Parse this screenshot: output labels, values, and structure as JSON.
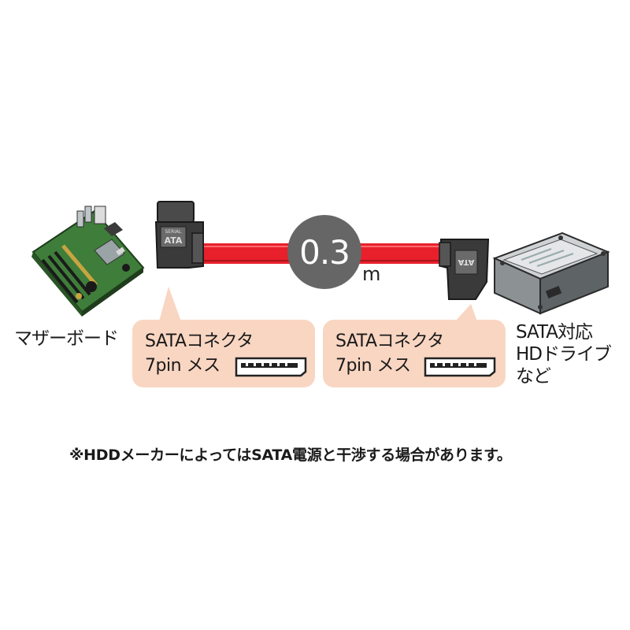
{
  "colors": {
    "cable_red": "#e8202b",
    "callout_bg": "#f9d6c2",
    "circle_gray": "#666666",
    "connector_dark": "#3a3a3a",
    "board_green": "#3f7d3a"
  },
  "icons": [
    "motherboard-illustration",
    "hdd-illustration",
    "sata-connector-left",
    "sata-connector-right",
    "sata-7pin-female-icon"
  ],
  "motherboard_label": "マザーボード",
  "hdd_label": {
    "line1": "SATA対応",
    "line2": "HDドライブ",
    "line3": "など"
  },
  "cable": {
    "length_value": "0.3",
    "length_unit": "m"
  },
  "connector_left": {
    "line1": "SATAコネクタ",
    "line2": "7pin メス"
  },
  "connector_right": {
    "line1": "SATAコネクタ",
    "line2": "7pin メス"
  },
  "connector_logo": {
    "top": "SERIAL",
    "bottom": "ATA"
  },
  "note": "※HDDメーカーによってはSATA電源と干渉する場合があります。"
}
